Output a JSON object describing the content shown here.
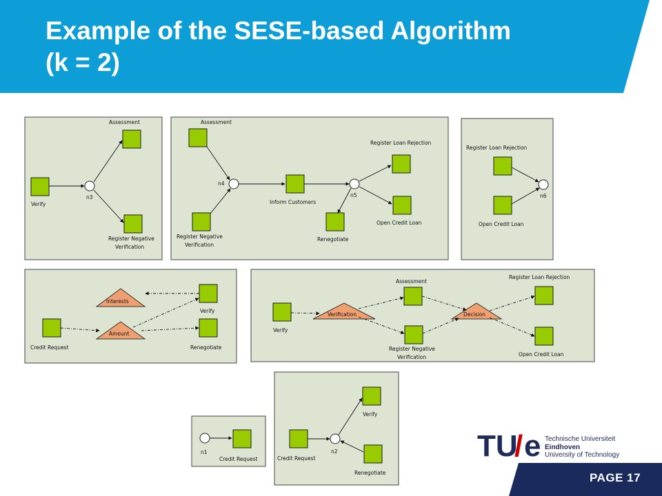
{
  "slide": {
    "title_line1": "Example of the SESE-based Algorithm",
    "title_line2": "(k = 2)",
    "page_label": "PAGE",
    "page_number": "17"
  },
  "logo": {
    "mark_t": "TU",
    "mark_slash": "/",
    "mark_e": "e",
    "line1": "Technische Universiteit",
    "line2": "Eindhoven",
    "line3": "University of Technology"
  },
  "colors": {
    "header_blue": "#0d9ed8",
    "page_box": "#1b2a5c",
    "task_green": "#99cc00",
    "triangle_orange": "#f0a070",
    "panel_bg": "#dde4d2",
    "logo_red": "#cc0000"
  },
  "diagrams": {
    "p1": {
      "assessment": "Assessment",
      "verify": "Verify",
      "n3": "n3",
      "reg_neg_1": "Register Negative",
      "reg_neg_2": "Verification"
    },
    "p2": {
      "assessment": "Assessment",
      "n4": "n4",
      "inform": "Inform Customers",
      "n5": "n5",
      "reg_rej": "Register Loan Rejection",
      "open": "Open Credit Loan",
      "reg_neg_1": "Register Negative",
      "reg_neg_2": "Verification",
      "renegotiate": "Renegotiate"
    },
    "p3": {
      "reg_rej": "Register Loan Rejection",
      "open": "Open Credit Loan",
      "n6": "n6"
    },
    "p4": {
      "interests": "Interests",
      "amount": "Amount",
      "verify": "Verify",
      "credit": "Credit Request",
      "renegotiate": "Renegotiate"
    },
    "p5": {
      "assessment": "Assessment",
      "verify": "Verify",
      "verification": "Verification",
      "decision": "Decision",
      "reg_rej": "Register Loan Rejection",
      "open": "Open Credit Loan",
      "reg_neg_1": "Register Negative",
      "reg_neg_2": "Verification"
    },
    "p6": {
      "n1": "n1",
      "credit": "Credit Request"
    },
    "p7": {
      "verify": "Verify",
      "credit": "Credit Request",
      "n2": "n2",
      "renegotiate": "Renegotiate"
    }
  }
}
